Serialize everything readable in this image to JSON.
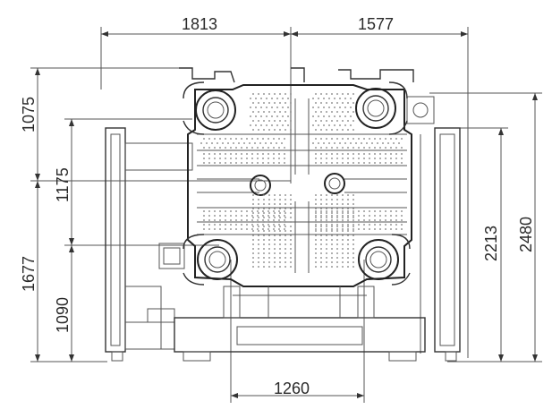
{
  "drawing": {
    "dimensions": {
      "top_left": "1813",
      "top_right": "1577",
      "left_1075": "1075",
      "left_1175": "1175",
      "left_1677": "1677",
      "left_1090": "1090",
      "right_2213": "2213",
      "right_2480": "2480",
      "bottom_1260": "1260"
    },
    "colors": {
      "line": "#333333",
      "text": "#2a2a2a",
      "background": "#ffffff"
    }
  }
}
